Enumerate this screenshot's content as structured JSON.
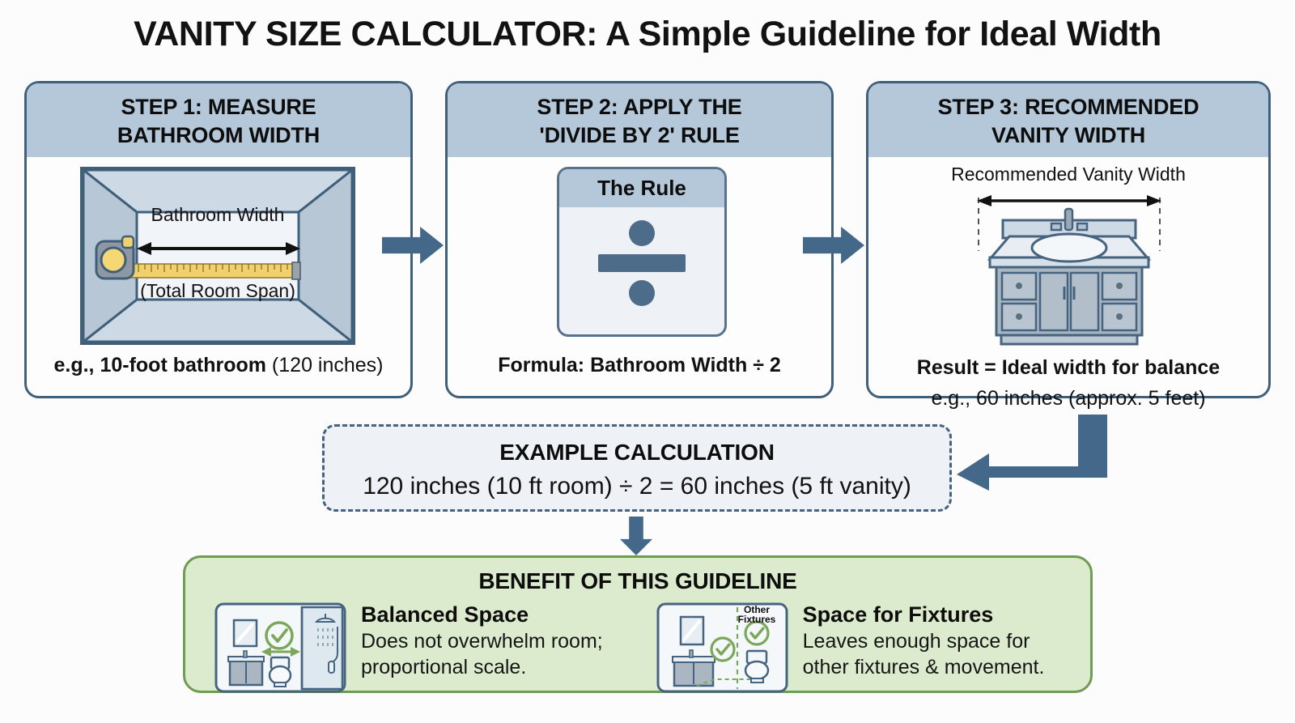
{
  "title": "VANITY SIZE CALCULATOR: A Simple Guideline for Ideal Width",
  "steps": [
    {
      "head_line1": "STEP 1: MEASURE",
      "head_line2": "BATHROOM WIDTH",
      "diagram": {
        "label_top": "Bathroom Width",
        "label_bottom": "(Total Room Span)",
        "icon": "tape-measure"
      },
      "caption_bold": "e.g., 10-foot bathroom",
      "caption_rest": " (120 inches)"
    },
    {
      "head_line1": "STEP 2: APPLY THE",
      "head_line2": "'DIVIDE BY 2' RULE",
      "rule_card_title": "The Rule",
      "rule_symbol": "÷",
      "caption_bold": "Formula: Bathroom Width ÷ 2",
      "caption_rest": ""
    },
    {
      "head_line1": "STEP 3: RECOMMENDED",
      "head_line2": "VANITY WIDTH",
      "diagram": {
        "label_top": "Recommended Vanity Width",
        "icon": "vanity-cabinet"
      },
      "caption_bold": "Result = Ideal width for balance",
      "caption_rest": "",
      "caption_sub": "e.g., 60 inches (approx. 5 feet)"
    }
  ],
  "example": {
    "title": "EXAMPLE CALCULATION",
    "equation": "120 inches (10 ft room) ÷ 2 = 60 inches (5 ft vanity)"
  },
  "benefit": {
    "title": "BENEFIT OF THIS GUIDELINE",
    "items": [
      {
        "heading": "Balanced Space",
        "line1": "Does not overwhelm room;",
        "line2": "proportional scale.",
        "icon": "bathroom-balanced-icon"
      },
      {
        "heading": "Space for Fixtures",
        "line1": "Leaves enough space for",
        "line2": "other fixtures & movement.",
        "icon": "bathroom-fixtures-icon",
        "icon_label_line1": "Other",
        "icon_label_line2": "Fixtures"
      }
    ]
  },
  "colors": {
    "panel_border": "#3f5f7a",
    "panel_header_fill": "#b5c8d9",
    "accent_arrow": "#44688a",
    "benefit_border": "#6e9c52",
    "benefit_fill": "#dcebcd",
    "tape_yellow": "#f2d06b",
    "check_green": "#7aa758"
  }
}
